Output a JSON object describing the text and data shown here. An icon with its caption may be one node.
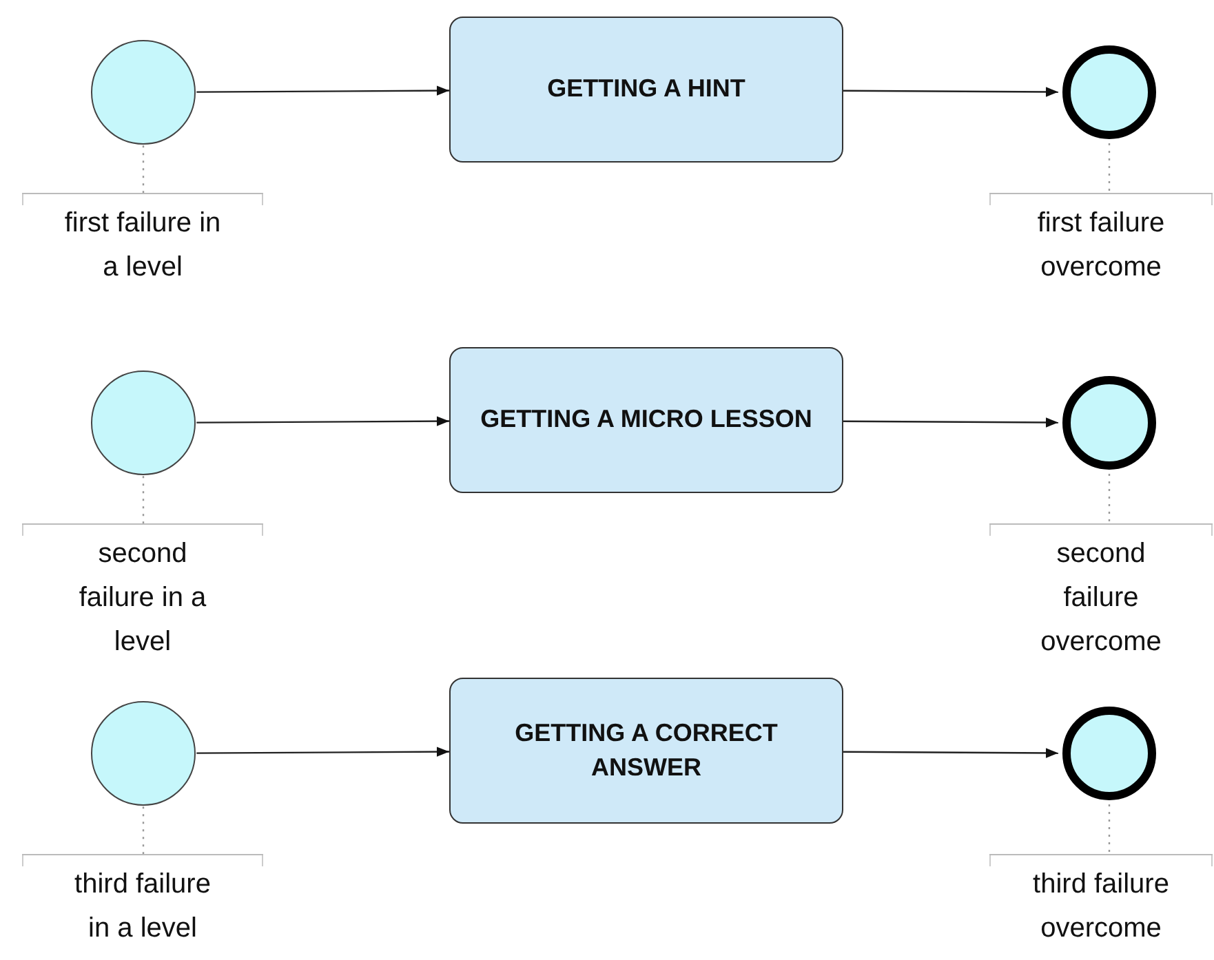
{
  "diagram": {
    "nodes": [
      {
        "text": [],
        "shape": "circle"
      },
      {
        "text": [
          "GETTING A HINT"
        ]
      },
      {
        "text": [],
        "shape": "ring"
      },
      {
        "text": [
          "first failure in a level"
        ]
      },
      {
        "text": [
          "first failure overcome"
        ]
      },
      {
        "text": [],
        "shape": "circle"
      },
      {
        "text": [
          "GETTING A MICRO LESSON"
        ]
      },
      {
        "text": [],
        "shape": "ring"
      },
      {
        "text": [
          "second failure in a level"
        ]
      },
      {
        "text": [
          "second failure overcome"
        ]
      },
      {
        "text": [],
        "shape": "circle"
      },
      {
        "text": [
          "GETTING A CORRECT ANSWER"
        ]
      },
      {
        "text": [],
        "shape": "ring"
      },
      {
        "text": [
          "third failure in a level"
        ]
      },
      {
        "text": [
          "third failure overcome"
        ]
      }
    ],
    "edges": [
      {
        "from": 0,
        "to": 1,
        "arrow": "to"
      },
      {
        "from": 1,
        "to": 2,
        "arrow": "to"
      },
      {
        "from": 0,
        "to": 3,
        "arrow": "none",
        "style": "dashed",
        "color": "#999999"
      },
      {
        "from": 2,
        "to": 4,
        "arrow": "none",
        "style": "dashed",
        "color": "#999999"
      },
      {
        "from": 5,
        "to": 6,
        "arrow": "to"
      },
      {
        "from": 6,
        "to": 7,
        "arrow": "to"
      },
      {
        "from": 5,
        "to": 8,
        "arrow": "none",
        "style": "dashed",
        "color": "#999999"
      },
      {
        "from": 7,
        "to": 9,
        "arrow": "none",
        "style": "dashed",
        "color": "#999999"
      },
      {
        "from": 10,
        "to": 11,
        "arrow": "to"
      },
      {
        "from": 11,
        "to": 12,
        "arrow": "to"
      },
      {
        "from": 10,
        "to": 13,
        "arrow": "none",
        "style": "dashed",
        "color": "#999999"
      },
      {
        "from": 12,
        "to": 14,
        "arrow": "none",
        "style": "dashed",
        "color": "#999999"
      }
    ]
  }
}
